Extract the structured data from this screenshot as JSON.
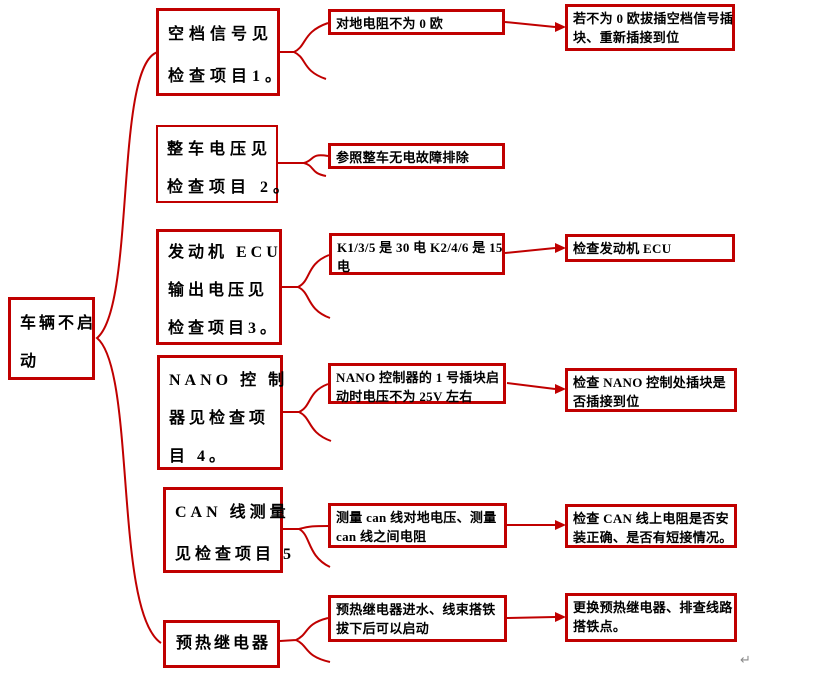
{
  "page": {
    "accent_red": "#c00000",
    "background": "#ffffff",
    "return_mark": "↵"
  },
  "root": {
    "label": "车辆不启\n动"
  },
  "rows": [
    {
      "check": "空档信号见\n检查项目1。",
      "condition": "对地电阻不为 0 欧",
      "action": "若不为 0 欧拔插空档信号插\n块、重新插接到位"
    },
    {
      "check": "整车电压见\n检查项目 2。",
      "condition": "参照整车无电故障排除",
      "action": ""
    },
    {
      "check": "发动机 ECU\n输出电压见\n检查项目3。",
      "condition": "K1/3/5 是 30 电 K2/4/6 是 15\n电",
      "action": "检查发动机 ECU"
    },
    {
      "check": "NANO 控 制\n器见检查项\n目 4。",
      "condition": "NANO 控制器的 1 号插块启\n动时电压不为 25V 左右",
      "action": "检查 NANO 控制处插块是\n否插接到位"
    },
    {
      "check": "CAN 线测量\n见检查项目 5",
      "condition": "测量 can 线对地电压、测量\ncan 线之间电阻",
      "action": "检查 CAN 线上电阻是否安\n装正确、是否有短接情况。"
    },
    {
      "check": "预热继电器",
      "condition": "预热继电器进水、线束搭铁\n拔下后可以启动",
      "action": "更换预热继电器、排查线路\n搭铁点。"
    }
  ]
}
